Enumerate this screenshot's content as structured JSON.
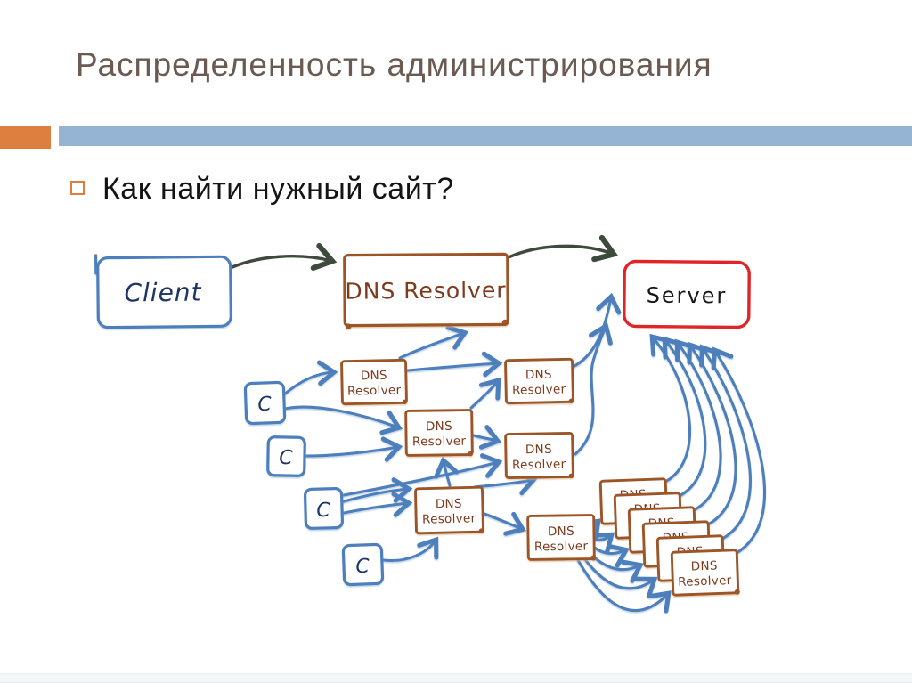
{
  "slide": {
    "title": "Распределенность администрирования",
    "bullet_text": "Как найти нужный сайт?"
  },
  "diagram": {
    "client_label": "Client",
    "main_resolver_label": "DNS Resolver",
    "server_label": "Server",
    "small_resolver_line1": "DNS",
    "small_resolver_line2": "Resolver",
    "client_node_label": "C"
  },
  "colors": {
    "accent_orange": "#DD7F3E",
    "band_blue": "#95B3D2",
    "title_brown": "#6A5A52",
    "sketch_blue": "#4D7FBD",
    "sketch_brown": "#9C5427",
    "sketch_brown_text": "#7C3A1E",
    "sketch_red": "#E02528",
    "arrow_dark": "#3E4A3C",
    "ink_navy": "#1F3566",
    "text_black": "#141414"
  }
}
